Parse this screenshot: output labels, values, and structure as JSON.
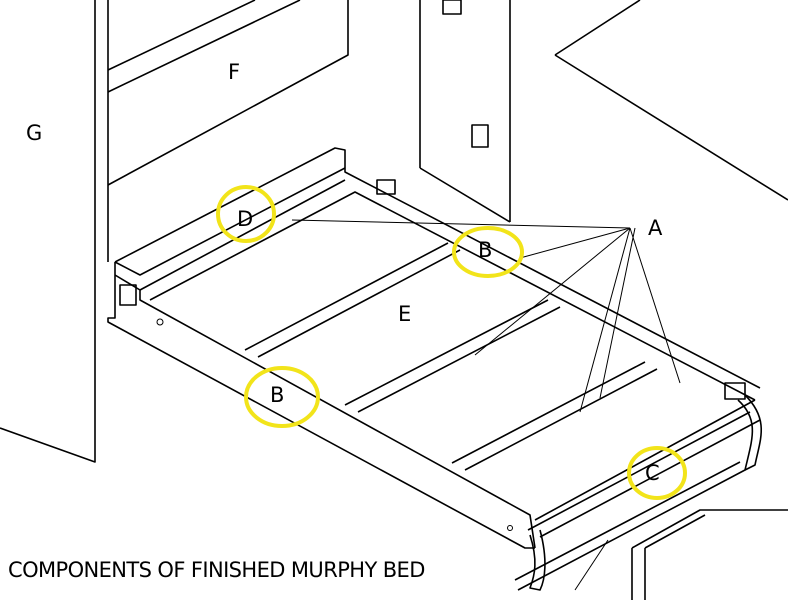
{
  "diagram": {
    "caption": "COMPONENTS OF FINISHED MURPHY BED",
    "labels": {
      "G": "G",
      "F": "F",
      "D": "D",
      "A": "A",
      "E": "E",
      "B_top": "B",
      "B_front": "B",
      "C": "C"
    },
    "highlight_color": "#f2e41a"
  }
}
